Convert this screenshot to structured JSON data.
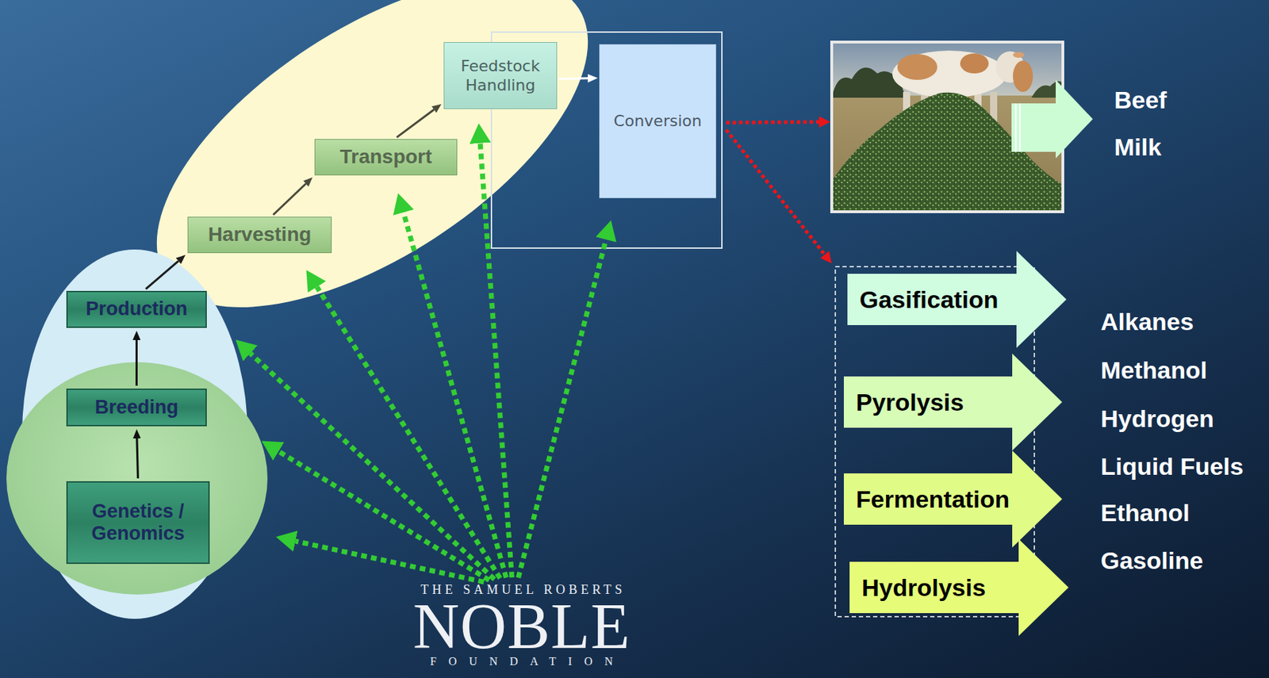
{
  "diagram": {
    "nodes": [
      {
        "text": [
          "Genetics / Genomics"
        ]
      },
      {
        "text": [
          "Breeding"
        ]
      },
      {
        "text": [
          "Production"
        ]
      },
      {
        "text": [
          "Harvesting"
        ]
      },
      {
        "text": [
          "Transport"
        ]
      },
      {
        "text": [
          "Feedstock Handling"
        ]
      },
      {
        "text": [
          "Conversion"
        ]
      },
      {
        "text": [
          "Gasification"
        ]
      },
      {
        "text": [
          "Pyrolysis"
        ]
      },
      {
        "text": [
          "Fermentation"
        ]
      },
      {
        "text": [
          "Hydrolysis"
        ]
      },
      {
        "text": [
          "THE SAMUEL ROBERTS",
          "NOBLE",
          "FOUNDATION"
        ]
      }
    ],
    "edges": [
      {
        "from": 0,
        "to": 1,
        "arrow": "to"
      },
      {
        "from": 1,
        "to": 2,
        "arrow": "to"
      },
      {
        "from": 2,
        "to": 3,
        "arrow": "to"
      },
      {
        "from": 3,
        "to": 4,
        "arrow": "to"
      },
      {
        "from": 4,
        "to": 5,
        "arrow": "to"
      },
      {
        "from": 5,
        "to": 6,
        "arrow": "to"
      },
      {
        "from": 11,
        "to": 0,
        "arrow": "to"
      },
      {
        "from": 11,
        "to": 1,
        "arrow": "to"
      },
      {
        "from": 11,
        "to": 2,
        "arrow": "to"
      },
      {
        "from": 11,
        "to": 3,
        "arrow": "to"
      },
      {
        "from": 11,
        "to": 4,
        "arrow": "to"
      },
      {
        "from": 11,
        "to": 5,
        "arrow": "to"
      },
      {
        "from": 11,
        "to": 6,
        "arrow": "to"
      }
    ],
    "labels": [
      "Beef",
      "Milk",
      "Alkanes",
      "Methanol",
      "Hydrogen",
      "Liquid Fuels",
      "Ethanol",
      "Gasoline"
    ]
  }
}
